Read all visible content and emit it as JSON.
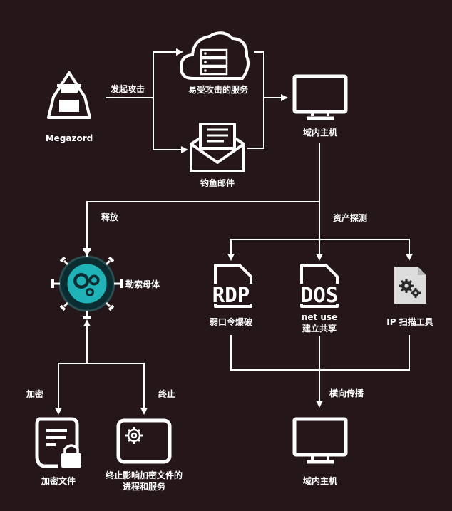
{
  "nodes": {
    "attacker": "Megazord",
    "vulnerable_service": "易受攻击的服务",
    "phishing_email": "钓鱼邮件",
    "host_top": "域内主机",
    "ransomware_core": "勒索母体",
    "rdp": "弱口令爆破",
    "dos_line1": "net use",
    "dos_line2": "建立共享",
    "ip_scan": "IP 扫描工具",
    "encrypted_files": "加密文件",
    "terminate_line1": "终止影响加密文件的",
    "terminate_line2": "进程和服务",
    "host_bottom": "域内主机"
  },
  "edges": {
    "launch_attack": "发起攻击",
    "release": "释放",
    "asset_probe": "资产探测",
    "encrypt": "加密",
    "terminate": "终止",
    "lateral_move": "横向传播"
  },
  "icons": {
    "rdp_doc": "RDP",
    "dos_doc": "DOS"
  },
  "colors": {
    "background": "#251719",
    "line": "#ffffff",
    "ransomware": "#1fb3b8",
    "doc_gray": "#dcdcdc"
  }
}
